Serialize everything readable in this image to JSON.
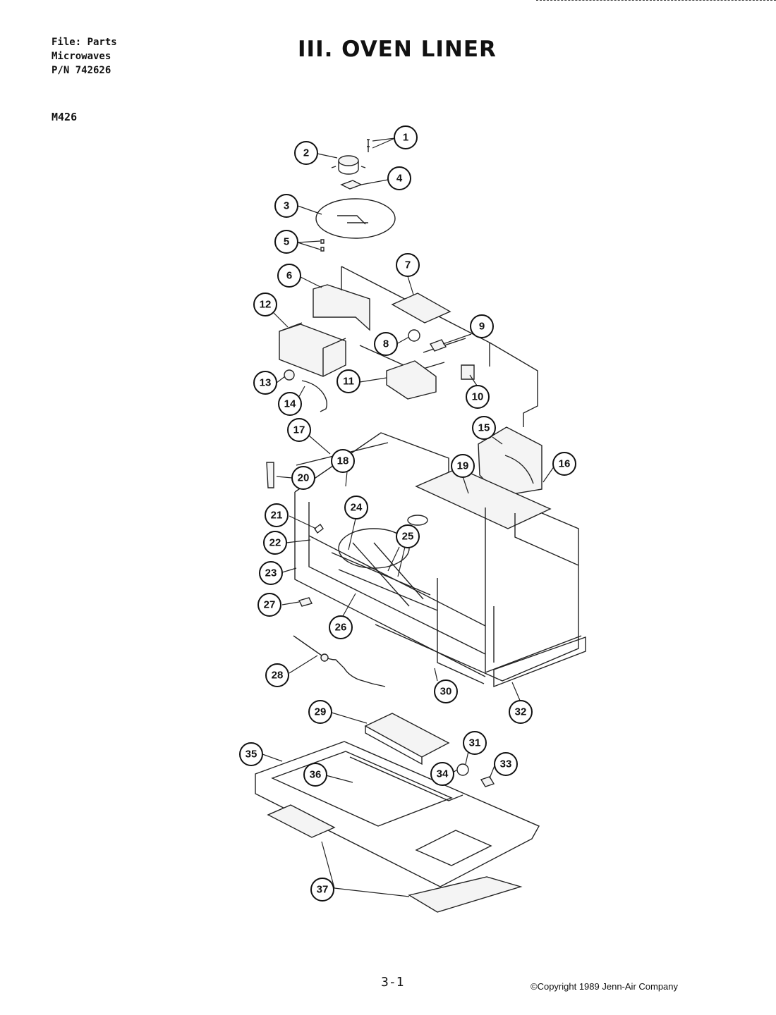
{
  "header": {
    "file_lines": [
      "File: Parts",
      "Microwaves",
      "P/N 742626"
    ],
    "model": "M426",
    "title": "III. OVEN LINER"
  },
  "footer": {
    "page_number": "3-1",
    "copyright": "©Copyright 1989 Jenn-Air Company"
  },
  "callouts": [
    "1",
    "2",
    "3",
    "4",
    "5",
    "6",
    "7",
    "8",
    "9",
    "10",
    "11",
    "12",
    "13",
    "14",
    "15",
    "16",
    "17",
    "18",
    "19",
    "20",
    "21",
    "22",
    "23",
    "24",
    "25",
    "26",
    "27",
    "28",
    "29",
    "30",
    "31",
    "32",
    "33",
    "34",
    "35",
    "36",
    "37"
  ]
}
